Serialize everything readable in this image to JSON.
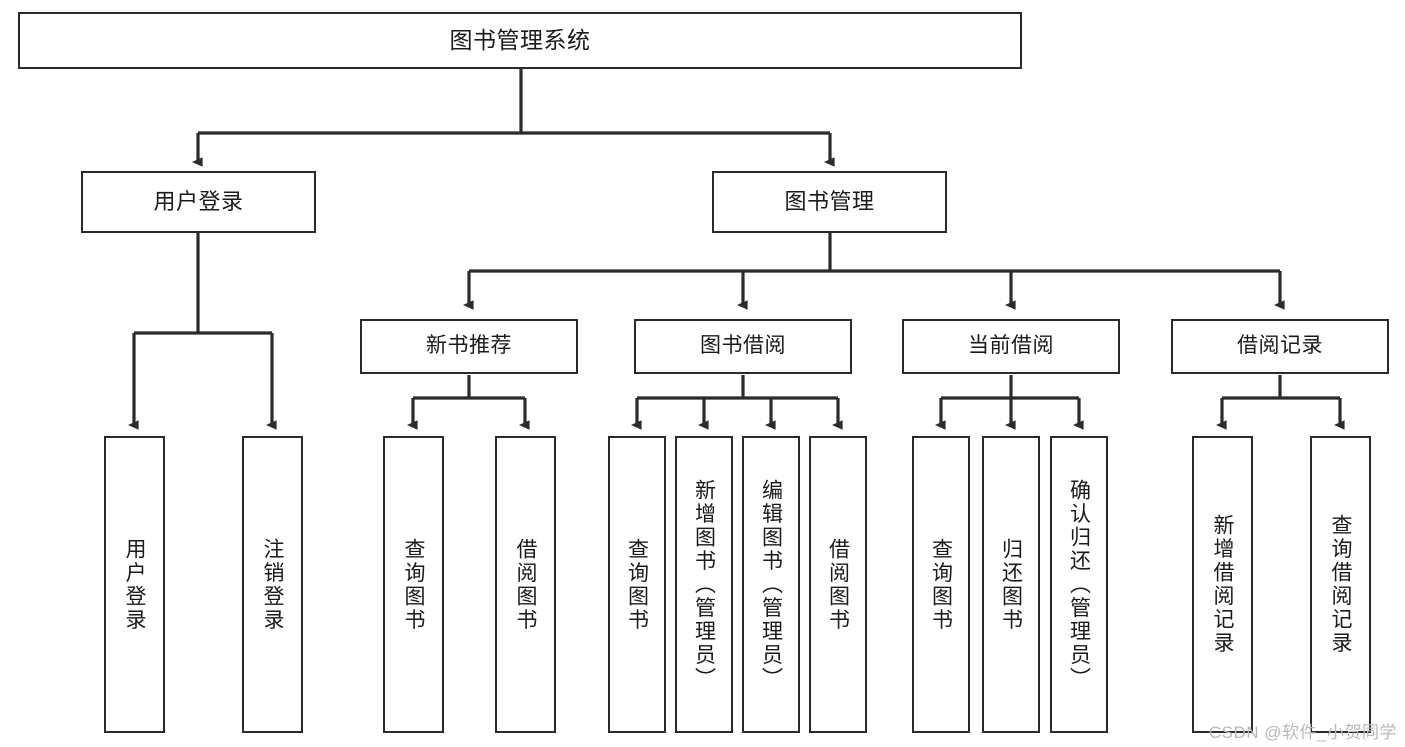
{
  "diagram": {
    "type": "tree-hierarchy",
    "title": "图书管理系统",
    "colors": {
      "stroke": "#2b2b2b",
      "fill": "#ffffff",
      "text": "#1a1a1a",
      "watermark": "#b9b9b9"
    },
    "root": {
      "label": "图书管理系统"
    },
    "level2": [
      {
        "label": "用户登录"
      },
      {
        "label": "图书管理"
      }
    ],
    "level3": [
      {
        "label": "新书推荐"
      },
      {
        "label": "图书借阅"
      },
      {
        "label": "当前借阅"
      },
      {
        "label": "借阅记录"
      }
    ],
    "leaves": {
      "user_login": [
        {
          "label": "用户登录"
        },
        {
          "label": "注销登录"
        }
      ],
      "new_book_recommend": [
        {
          "label": "查询图书"
        },
        {
          "label": "借阅图书"
        }
      ],
      "book_borrow": [
        {
          "label": "查询图书"
        },
        {
          "label": "新增图书（管理员）"
        },
        {
          "label": "编辑图书（管理员）"
        },
        {
          "label": "借阅图书"
        }
      ],
      "current_borrow": [
        {
          "label": "查询图书"
        },
        {
          "label": "归还图书"
        },
        {
          "label": "确认归还（管理员）"
        }
      ],
      "borrow_record": [
        {
          "label": "新增借阅记录"
        },
        {
          "label": "查询借阅记录"
        }
      ]
    },
    "watermark": "CSDN @软件_小贺同学"
  }
}
